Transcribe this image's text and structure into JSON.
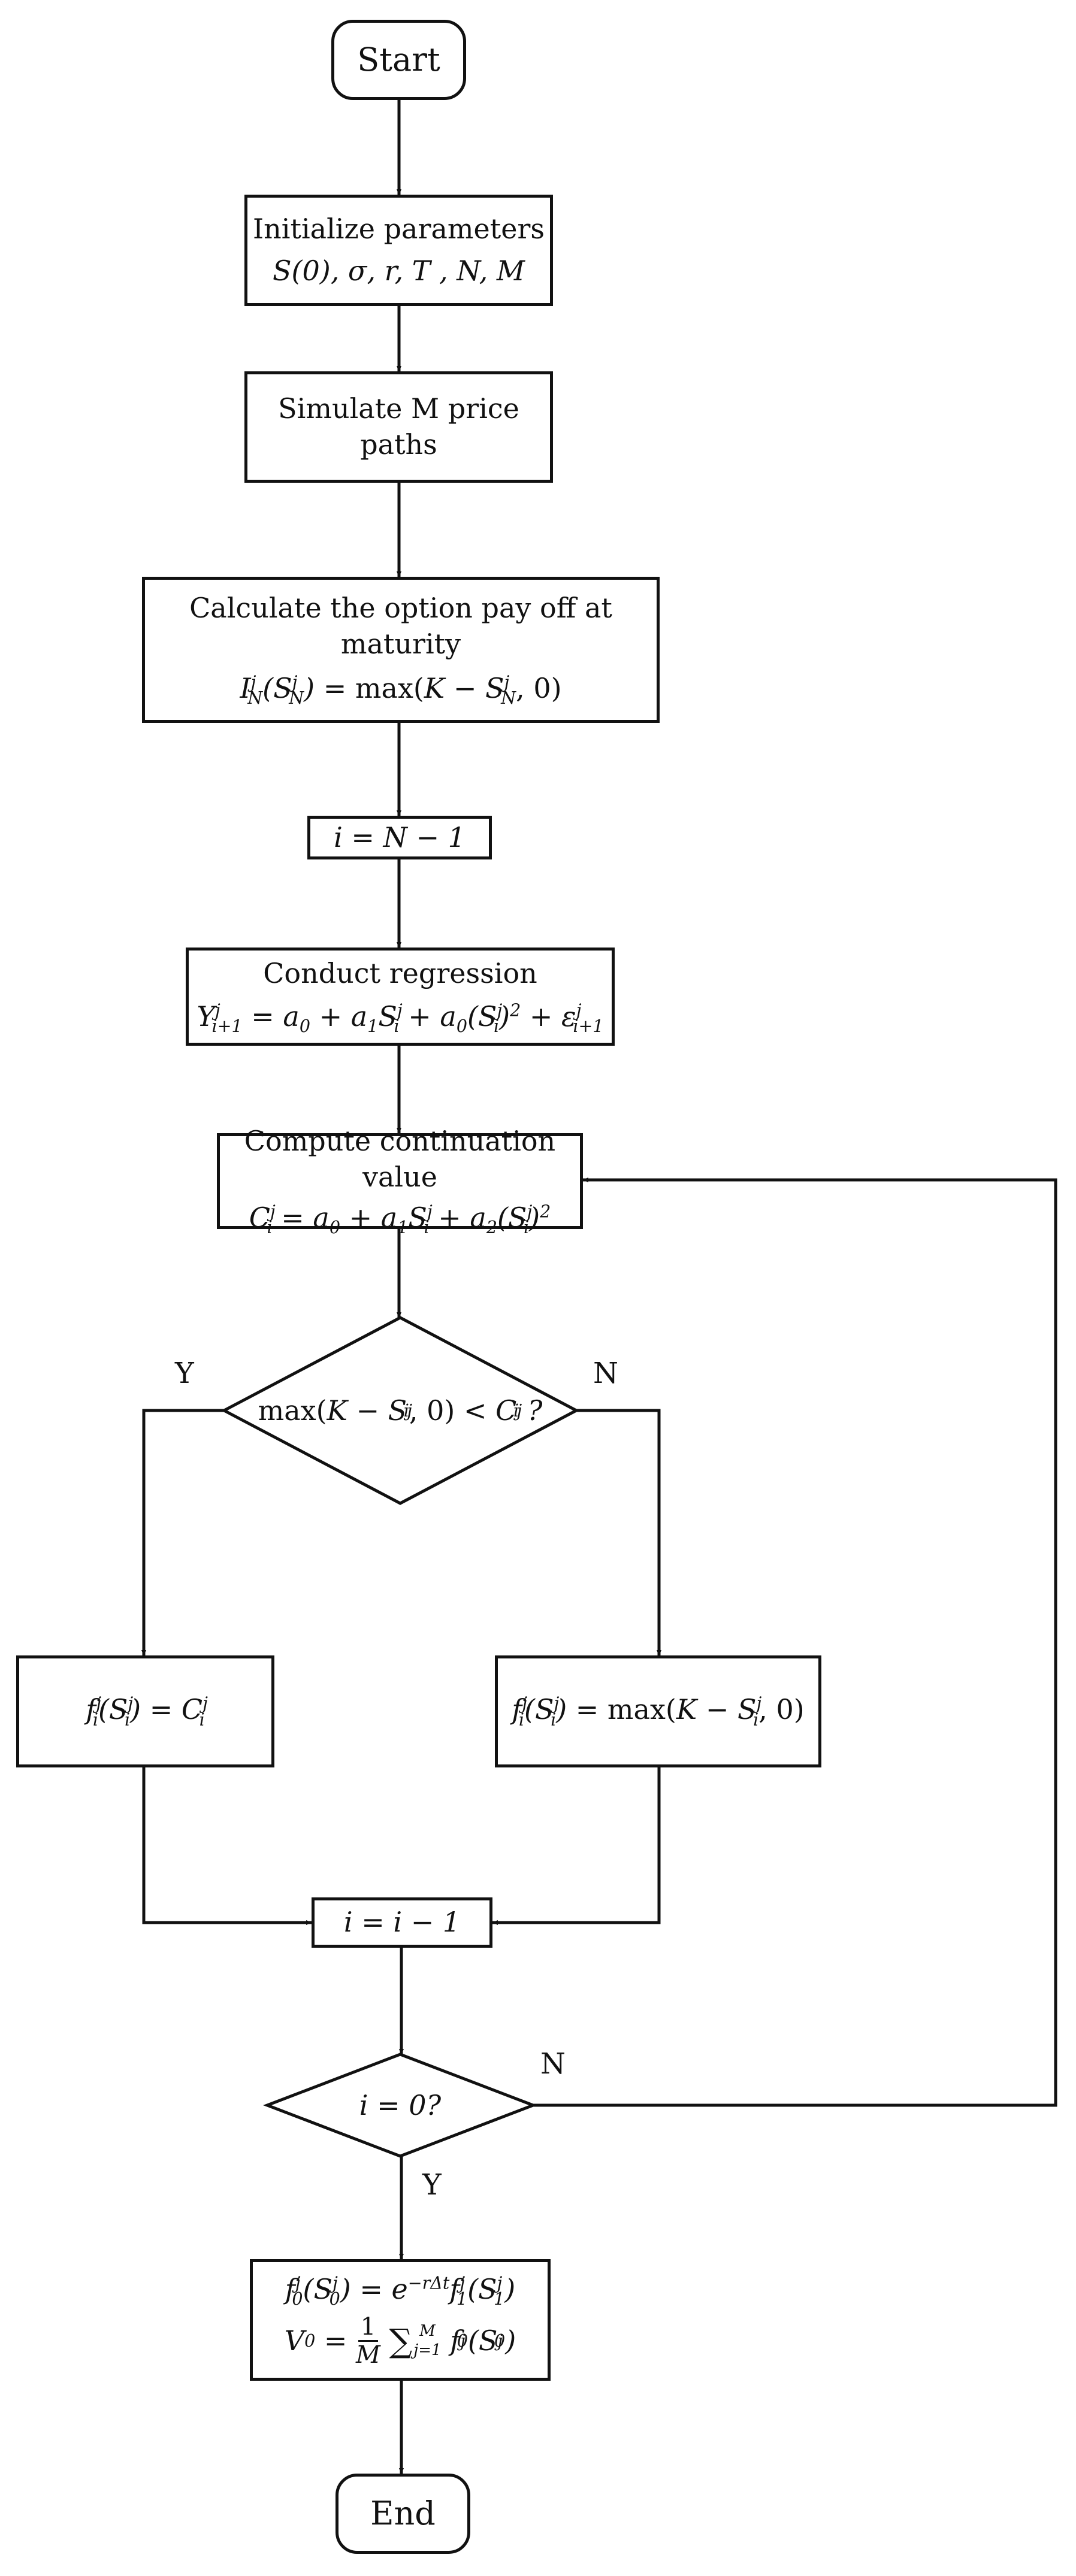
{
  "start": {
    "label": "Start"
  },
  "init": {
    "title": "Initialize parameters",
    "params": "S(0), σ, r, T , N, M"
  },
  "simulate": {
    "title": "Simulate M price paths"
  },
  "payoff": {
    "title": "Calculate the option pay off at maturity",
    "formula_lhs": "I",
    "formula_rhs": "= max(K − S"
  },
  "set_i": {
    "formula": "i = N − 1"
  },
  "regression": {
    "title": "Conduct regression"
  },
  "continuation": {
    "title": "Compute continuation value"
  },
  "decision1": {
    "yes_label": "Y",
    "no_label": "N"
  },
  "decision2": {
    "formula": "i = 0?",
    "yes_label": "Y",
    "no_label": "N"
  },
  "decrement": {
    "formula": "i = i − 1"
  },
  "end": {
    "label": "End"
  },
  "colors": {
    "stroke": "#111111",
    "background": "#ffffff"
  }
}
